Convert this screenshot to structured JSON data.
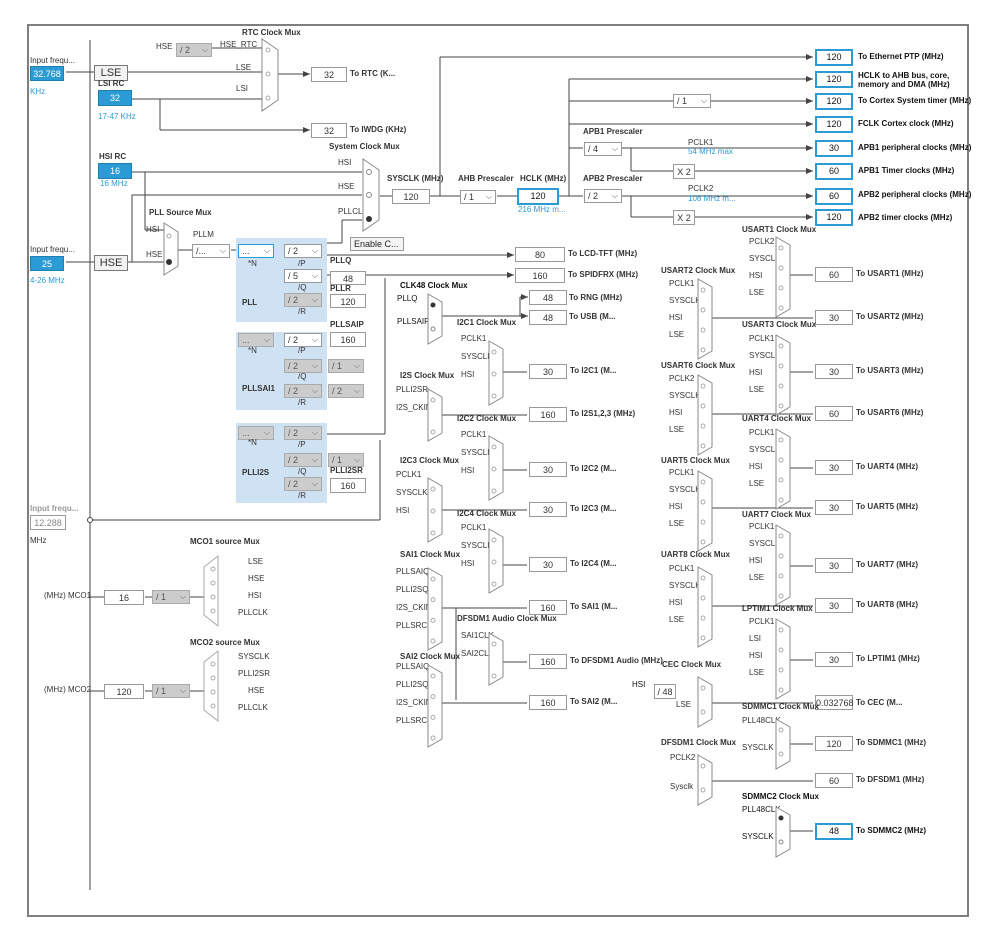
{
  "colors": {
    "accent": "#2b9bd6",
    "panel": "#cfe2f3",
    "disabled": "#cccccc"
  },
  "lse": {
    "input_label": "Input frequ...",
    "value": "32.768",
    "unit": "KHz",
    "name": "LSE"
  },
  "lsi": {
    "title": "LSI RC",
    "value": "32",
    "range": "17-47 KHz"
  },
  "hsi": {
    "title": "HSI RC",
    "value": "16",
    "unit": "16 MHz"
  },
  "hse": {
    "input_label": "Input frequ...",
    "value": "25",
    "range": "4-26 MHz",
    "name": "HSE"
  },
  "i2s_ext": {
    "input_label": "Input frequ...",
    "value": "12.288",
    "unit": "MHz"
  },
  "rtc": {
    "title": "RTC Clock Mux",
    "div": "/ 2",
    "in_hse": "HSE",
    "in_hse_rtc": "HSE_RTC",
    "in_lse": "LSE",
    "in_lsi": "LSI",
    "out": "32",
    "out_label": "To RTC (K..."
  },
  "iwdg": {
    "out": "32",
    "out_label": "To IWDG (KHz)"
  },
  "pll_src": {
    "title": "PLL Source Mux",
    "hsi": "HSI",
    "hse": "HSE"
  },
  "pllm": {
    "label": "PLLM",
    "value": "/..."
  },
  "pll": {
    "name": "PLL",
    "n": "...",
    "n_label": "*N",
    "p": "/ 2",
    "p_label": "/P",
    "q": "/ 5",
    "q_label": "/Q",
    "r": "/ 2",
    "r_label": "/R",
    "pllq_label": "PLLQ",
    "pllq": "48",
    "pllr_label": "PLLR",
    "pllr": "120"
  },
  "pllsai": {
    "name": "PLLSAI1",
    "n": "...",
    "n_label": "*N",
    "p": "/ 2",
    "p_label": "/P",
    "q": "/ 2",
    "q_label": "/Q",
    "q2": "/ 1",
    "r": "/ 2",
    "r_label": "/R",
    "r2": "/ 2",
    "out_label": "PLLSAIP",
    "out": "160"
  },
  "plli2s": {
    "name": "PLLI2S",
    "n": "...",
    "n_label": "*N",
    "p": "/ 2",
    "p_label": "/P",
    "q": "/ 2",
    "q_label": "/Q",
    "q2": "/ 1",
    "r": "/ 2",
    "r_label": "/R",
    "out_label": "PLLI2SR",
    "out": "160"
  },
  "sysmux": {
    "title": "System Clock Mux",
    "hsi": "HSI",
    "hse": "HSE",
    "pllclk": "PLLCLK",
    "enable": "Enable C...",
    "sysclk_label": "SYSCLK (MHz)",
    "sysclk": "120"
  },
  "ahb": {
    "label": "AHB Prescaler",
    "value": "/ 1",
    "hclk_label": "HCLK (MHz)",
    "hclk": "120",
    "hclk_max": "216 MHz m..."
  },
  "apb1": {
    "label": "APB1 Prescaler",
    "value": "/ 4",
    "pclk1": "PCLK1",
    "pclk1_max": "54 MHz max",
    "x2": "X 2"
  },
  "apb2": {
    "label": "APB2 Prescaler",
    "value": "/ 2",
    "pclk2": "PCLK2",
    "pclk2_max": "108 MHz m...",
    "x2": "X 2"
  },
  "cortex_div": "/ 1",
  "outputs": [
    {
      "value": "120",
      "label": "To Ethernet PTP (MHz)"
    },
    {
      "value": "120",
      "label": "HCLK to AHB bus, core, memory and DMA (MHz)"
    },
    {
      "value": "120",
      "label": "To Cortex System timer (MHz)"
    },
    {
      "value": "120",
      "label": "FCLK Cortex clock (MHz)"
    },
    {
      "value": "30",
      "label": "APB1 peripheral clocks (MHz)"
    },
    {
      "value": "60",
      "label": "APB1 Timer clocks (MHz)"
    },
    {
      "value": "60",
      "label": "APB2 peripheral clocks (MHz)"
    },
    {
      "value": "120",
      "label": "APB2 timer clocks (MHz)"
    }
  ],
  "lcd": {
    "value": "80",
    "label": "To LCD-TFT (MHz)"
  },
  "spdif": {
    "value": "160",
    "label": "To SPIDFRX (MHz)"
  },
  "clk48": {
    "title": "CLK48 Clock Mux",
    "in1": "PLLQ",
    "in2": "PLLSAIP",
    "rng": "48",
    "rng_label": "To RNG (MHz)",
    "usb": "48",
    "usb_label": "To USB (M..."
  },
  "mid_muxes": [
    {
      "title": "I2C1 Clock Mux",
      "inputs": [
        "PCLK1",
        "SYSCLK",
        "HSI"
      ],
      "value": "30",
      "label": "To I2C1 (M..."
    },
    {
      "title": "I2S Clock Mux",
      "inputs": [
        "PLLI2SR",
        "I2S_CKIN"
      ],
      "value": "160",
      "label": "To I2S1,2,3 (MHz)"
    },
    {
      "title": "I2C2 Clock Mux",
      "inputs": [
        "PCLK1",
        "SYSCLK",
        "HSI"
      ],
      "value": "30",
      "label": "To I2C2 (M..."
    },
    {
      "title": "I2C3 Clock Mux",
      "inputs": [
        "PCLK1",
        "SYSCLK",
        "HSI"
      ],
      "value": "30",
      "label": "To I2C3 (M..."
    },
    {
      "title": "I2C4 Clock Mux",
      "inputs": [
        "PCLK1",
        "SYSCLK",
        "HSI"
      ],
      "value": "30",
      "label": "To I2C4 (M..."
    },
    {
      "title": "SAI1 Clock Mux",
      "inputs": [
        "PLLSAIQ",
        "PLLI2SQ",
        "I2S_CKIN",
        "PLLSRC"
      ],
      "value": "160",
      "label": "To SAI1 (M..."
    },
    {
      "title": "DFSDM1 Audio Clock Mux",
      "inputs": [
        "SAI1CLK",
        "SAI2CLK"
      ],
      "value": "160",
      "label": "To DFSDM1 Audio (MHz)"
    },
    {
      "title": "SAI2 Clock Mux",
      "inputs": [
        "PLLSAIQ",
        "PLLI2SQ",
        "I2S_CKIN",
        "PLLSRC"
      ],
      "value": "160",
      "label": "To SAI2 (M..."
    }
  ],
  "right_muxes": [
    {
      "title": "USART1 Clock Mux",
      "inputs": [
        "PCLK2",
        "SYSCLK",
        "HSI",
        "LSE"
      ],
      "value": "60",
      "label": "To USART1 (MHz)"
    },
    {
      "title": "USART2 Clock Mux",
      "inputs": [
        "PCLK1",
        "SYSCLK",
        "HSI",
        "LSE"
      ],
      "value": "30",
      "label": "To USART2 (MHz)"
    },
    {
      "title": "USART3 Clock Mux",
      "inputs": [
        "PCLK1",
        "SYSCLK",
        "HSI",
        "LSE"
      ],
      "value": "30",
      "label": "To USART3 (MHz)"
    },
    {
      "title": "USART6 Clock Mux",
      "inputs": [
        "PCLK2",
        "SYSCLK",
        "HSI",
        "LSE"
      ],
      "value": "60",
      "label": "To USART6 (MHz)"
    },
    {
      "title": "UART4 Clock Mux",
      "inputs": [
        "PCLK1",
        "SYSCLK",
        "HSI",
        "LSE"
      ],
      "value": "30",
      "label": "To UART4 (MHz)"
    },
    {
      "title": "UART5 Clock Mux",
      "inputs": [
        "PCLK1",
        "SYSCLK",
        "HSI",
        "LSE"
      ],
      "value": "30",
      "label": "To UART5 (MHz)"
    },
    {
      "title": "UART7 Clock Mux",
      "inputs": [
        "PCLK1",
        "SYSCLK",
        "HSI",
        "LSE"
      ],
      "value": "30",
      "label": "To UART7 (MHz)"
    },
    {
      "title": "UART8 Clock Mux",
      "inputs": [
        "PCLK1",
        "SYSCLK",
        "HSI",
        "LSE"
      ],
      "value": "30",
      "label": "To UART8 (MHz)"
    },
    {
      "title": "LPTIM1 Clock Mux",
      "inputs": [
        "PCLK1",
        "LSI",
        "HSI",
        "LSE"
      ],
      "value": "30",
      "label": "To LPTIM1 (MHz)"
    }
  ],
  "cec": {
    "title": "CEC Clock Mux",
    "hsi": "HSI",
    "div": "/ 48",
    "lse": "LSE",
    "value": "0.032768",
    "label": "To CEC (M..."
  },
  "sdmmc1": {
    "title": "SDMMC1 Clock Mux",
    "in1": "PLL48CLK",
    "in2": "SYSCLK",
    "value": "120",
    "label": "To SDMMC1 (MHz)"
  },
  "dfsdm1": {
    "title": "DFSDM1 Clock Mux",
    "in1": "PCLK2",
    "in2": "Sysclk",
    "value": "60",
    "label": "To DFSDM1 (MHz)"
  },
  "sdmmc2": {
    "title": "SDMMC2 Clock Mux",
    "in1": "PLL48CLK",
    "in2": "SYSCLK",
    "value": "48",
    "label": "To SDMMC2 (MHz)"
  },
  "mco1": {
    "title": "MCO1 source Mux",
    "inputs": [
      "LSE",
      "HSE",
      "HSI",
      "PLLCLK"
    ],
    "div": "/ 1",
    "value": "16",
    "label": "(MHz) MCO1"
  },
  "mco2": {
    "title": "MCO2 source Mux",
    "inputs": [
      "SYSCLK",
      "PLLI2SR",
      "HSE",
      "PLLCLK"
    ],
    "div": "/ 1",
    "value": "120",
    "label": "(MHz) MCO2"
  }
}
